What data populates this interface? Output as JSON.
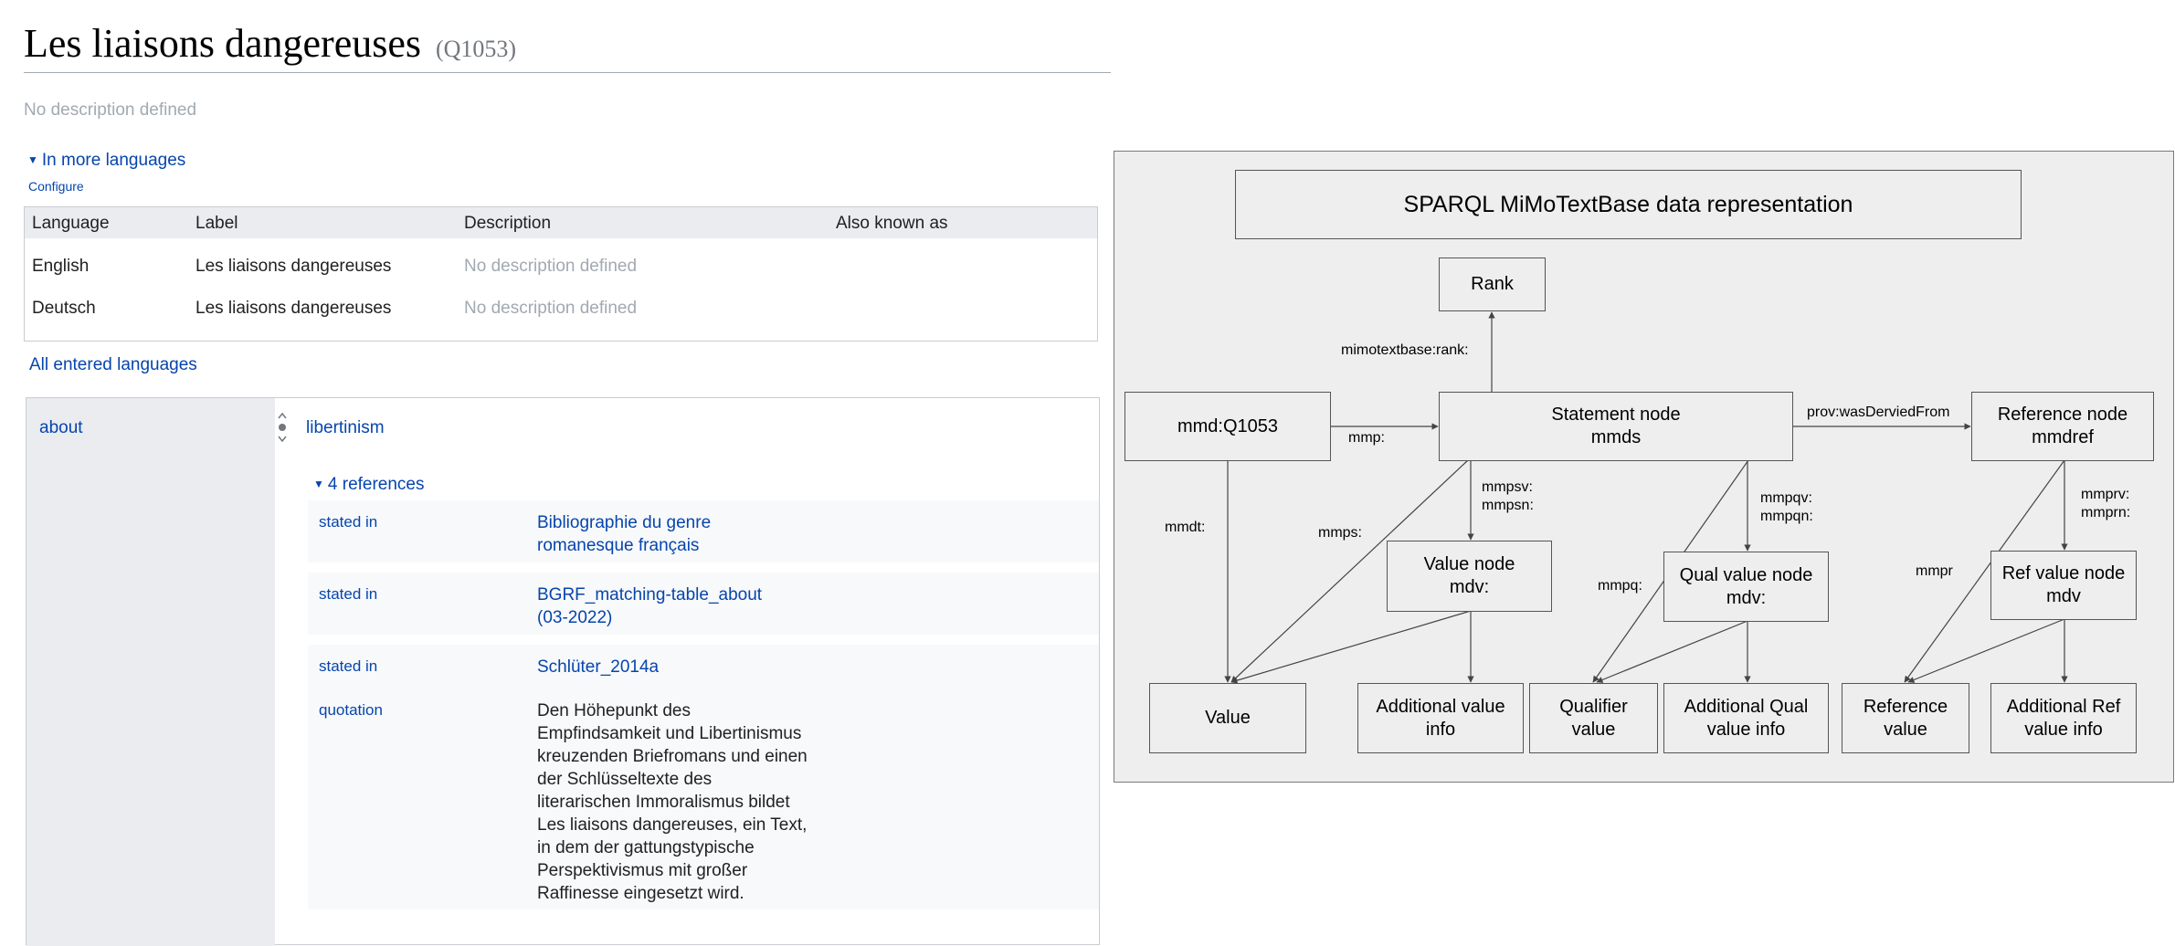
{
  "page": {
    "title": "Les liaisons dangereuses",
    "qid": "(Q1053)",
    "description": "No description defined"
  },
  "languages": {
    "toggle": "In more languages",
    "configure": "Configure",
    "headers": [
      "Language",
      "Label",
      "Description",
      "Also known as"
    ],
    "rows": [
      {
        "language": "English",
        "label": "Les liaisons dangereuses",
        "description": "No description defined"
      },
      {
        "language": "Deutsch",
        "label": "Les liaisons dangereuses",
        "description": "No description defined"
      }
    ],
    "all_link": "All entered languages"
  },
  "statement": {
    "property": "about",
    "value": "libertinism",
    "references_toggle": "4 references",
    "references": [
      {
        "prop": "stated in",
        "lines": [
          "Bibliographie du genre",
          "romanesque français"
        ]
      },
      {
        "prop": "stated in",
        "lines": [
          "BGRF_matching-table_about",
          "(03-2022)"
        ]
      },
      {
        "prop": "stated in",
        "lines": [
          "Schlüter_2014a"
        ]
      },
      {
        "prop": "quotation",
        "lines": [
          "Den Höhepunkt des",
          "Empfindsamkeit und Libertinismus",
          "kreuzenden Briefromans und einen",
          "der Schlüsseltexte des",
          "literarischen Immoralismus bildet",
          "Les liaisons dangereuses, ein Text,",
          "in dem der gattungstypische",
          "Perspektivismus mit großer",
          "Raffinesse eingesetzt wird."
        ]
      }
    ]
  },
  "diagram": {
    "title": "SPARQL MiMoTextBase data representation",
    "nodes": {
      "rank": "Rank",
      "item": "mmd:Q1053",
      "statement_1": "Statement node",
      "statement_2": "mmds",
      "reference_1": "Reference node",
      "reference_2": "mmdref",
      "valnode_1": "Value node",
      "valnode_2": "mdv:",
      "qualnode_1": "Qual value node",
      "qualnode_2": "mdv:",
      "refvalnode_1": "Ref value node",
      "refvalnode_2": "mdv",
      "value": "Value",
      "add_value_1": "Additional value",
      "add_value_2": "info",
      "qual_value_1": "Qualifier",
      "qual_value_2": "value",
      "add_qual_1": "Additional Qual",
      "add_qual_2": "value info",
      "ref_value_1": "Reference",
      "ref_value_2": "value",
      "add_ref_1": "Additional Ref",
      "add_ref_2": "value info"
    },
    "edges": {
      "rank": "mimotextbase:rank:",
      "mmp": "mmp:",
      "prov": "prov:wasDerviedFrom",
      "mmdt": "mmdt:",
      "mmps": "mmps:",
      "mmpsv": "mmpsv:",
      "mmpsn": "mmpsn:",
      "mmpqv": "mmpqv:",
      "mmpqn": "mmpqn:",
      "mmpq": "mmpq:",
      "mmprv": "mmprv:",
      "mmprn": "mmprn:",
      "mmpr": "mmpr"
    }
  }
}
